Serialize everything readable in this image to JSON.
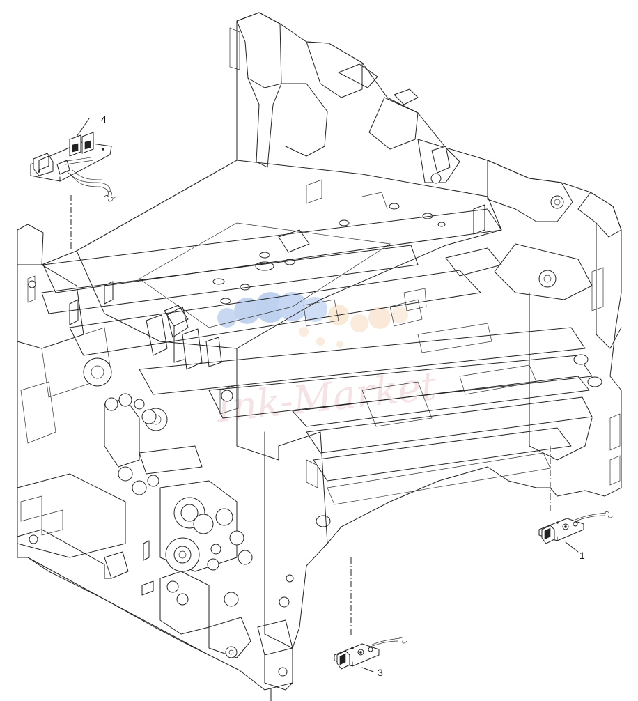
{
  "diagram": {
    "callouts": [
      {
        "id": "1",
        "label": "1"
      },
      {
        "id": "3",
        "label": "3"
      },
      {
        "id": "4",
        "label": "4"
      }
    ],
    "watermark": {
      "text": "Ink-Market"
    },
    "line_color": "#222222",
    "background": "#ffffff"
  }
}
